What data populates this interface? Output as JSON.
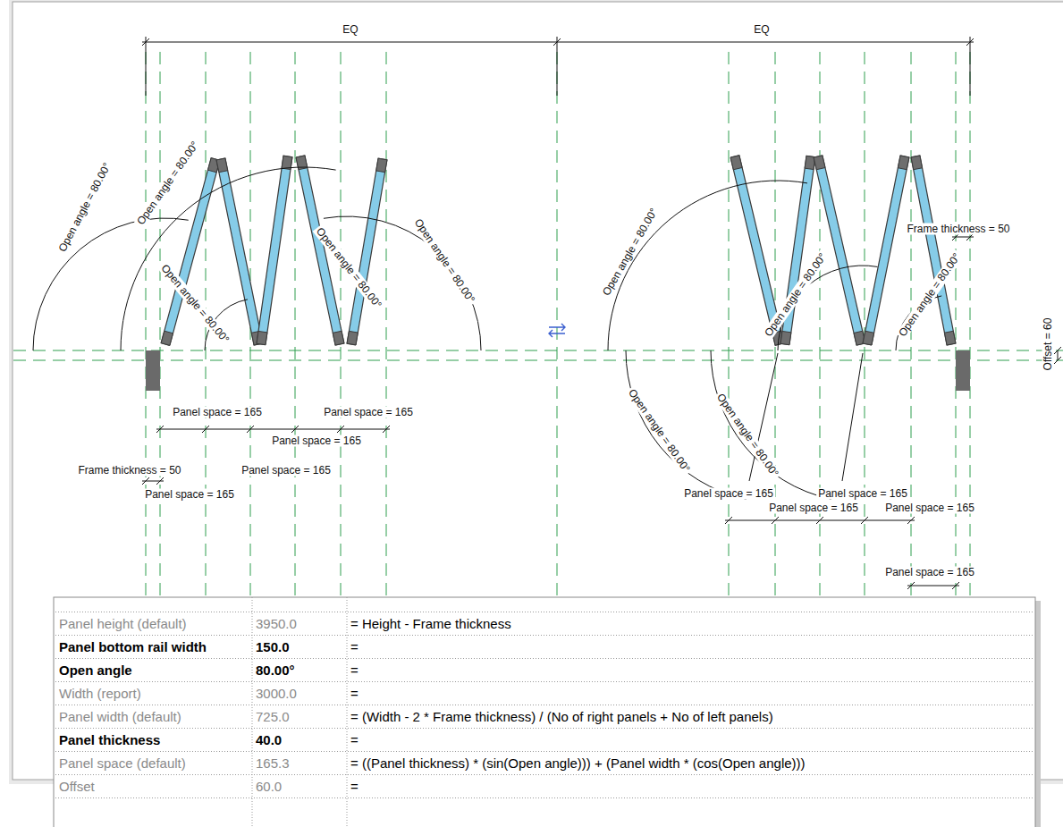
{
  "diagram": {
    "labels": [
      "EQ",
      "EQ",
      "Open angle = 80.00°",
      "Open angle = 80.00°",
      "Open angle = 80.00°",
      "Open angle = 80.00°",
      "Open angle = 80.00°",
      "Open angle = 80.00°",
      "Open angle = 80.00°",
      "Open angle = 80.00°",
      "Open angle = 80.00°",
      "Open angle = 80.00°",
      "Panel space = 165",
      "Panel space = 165",
      "Panel space = 165",
      "Panel space = 165",
      "Panel space = 165",
      "Panel space = 165",
      "Panel space = 165",
      "Panel space = 165",
      "Panel space = 165",
      "Panel space = 165",
      "Frame thickness = 50",
      "Frame thickness = 50",
      "Offset = 60",
      "Panel height (default)",
      "3950.0",
      "= Height - Frame thickness",
      "Panel bottom rail width",
      "150.0",
      "=",
      "Open angle",
      "80.00°",
      "=",
      "Width (report)",
      "3000.0",
      "=",
      "Panel width (default)",
      "725.0",
      "= (Width - 2 * Frame thickness) / (No of right panels + No of left panels)",
      "Panel thickness",
      "40.0",
      "=",
      "Panel space (default)",
      "165.3",
      "= ((Panel thickness) * (sin(Open angle))) + (Panel width * (cos(Open angle)))",
      "Offset",
      "60.0",
      "="
    ]
  }
}
